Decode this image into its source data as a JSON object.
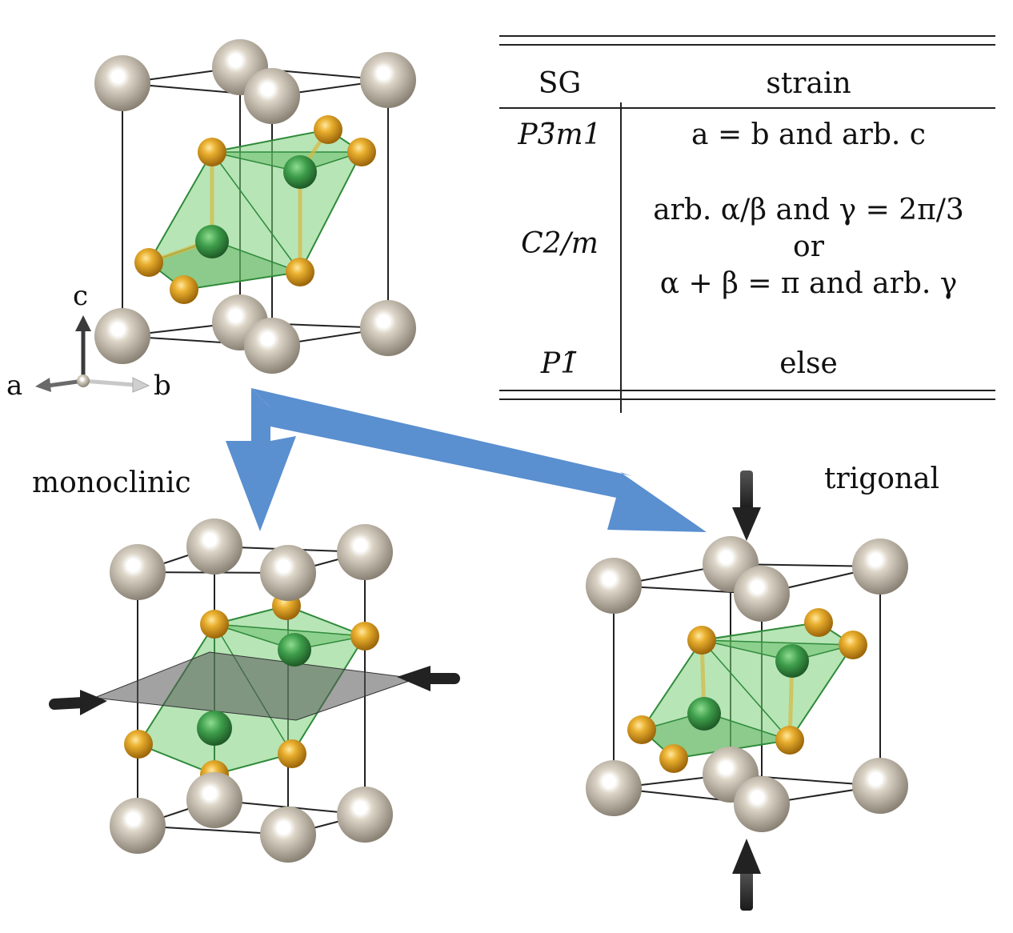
{
  "axes": {
    "a": "a",
    "b": "b",
    "c": "c"
  },
  "labels": {
    "monoclinic": "monoclinic",
    "trigonal": "trigonal"
  },
  "table": {
    "headers": {
      "sg": "SG",
      "strain": "strain"
    },
    "rows": [
      {
        "sg": "P3̄m1",
        "strain": [
          "a = b and arb. c"
        ]
      },
      {
        "sg": "C2/m",
        "strain": [
          "arb. α/β and γ = 2π/3",
          "or",
          "α + β = π and arb. γ"
        ]
      },
      {
        "sg": "P1̄",
        "strain": [
          "else"
        ]
      }
    ]
  },
  "colors": {
    "big_atom": "#c8c0b0",
    "gold_atom": "#e0a020",
    "green_atom": "#3a9a4a",
    "octahedron": "#7ccf7a",
    "arrow_blue": "#5a8fd0",
    "force_arrow": "#2a2a2a"
  }
}
